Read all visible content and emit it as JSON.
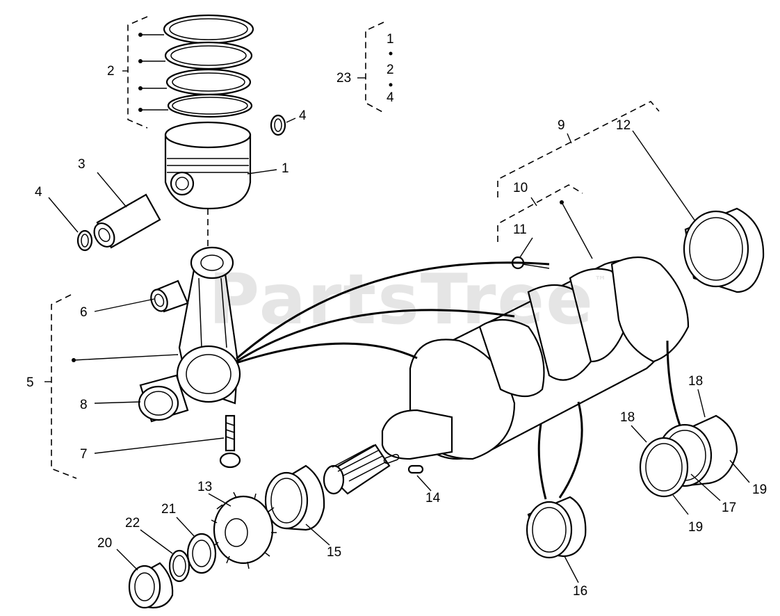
{
  "watermark": {
    "text": "PartsTree",
    "mark": "™"
  },
  "callouts": {
    "c1": "1",
    "c2": "2",
    "c3": "3",
    "c4a": "4",
    "c4b": "4",
    "c5": "5",
    "c6": "6",
    "c7": "7",
    "c8": "8",
    "c9": "9",
    "c10": "10",
    "c11": "11",
    "c12": "12",
    "c13": "13",
    "c14": "14",
    "c15": "15",
    "c16": "16",
    "c17": "17",
    "c18a": "18",
    "c18b": "18",
    "c19a": "19",
    "c19b": "19",
    "c20": "20",
    "c21": "21",
    "c22": "22",
    "c23": "23"
  },
  "kit_list": {
    "item1": "1",
    "item2": "2",
    "item3": "4"
  }
}
